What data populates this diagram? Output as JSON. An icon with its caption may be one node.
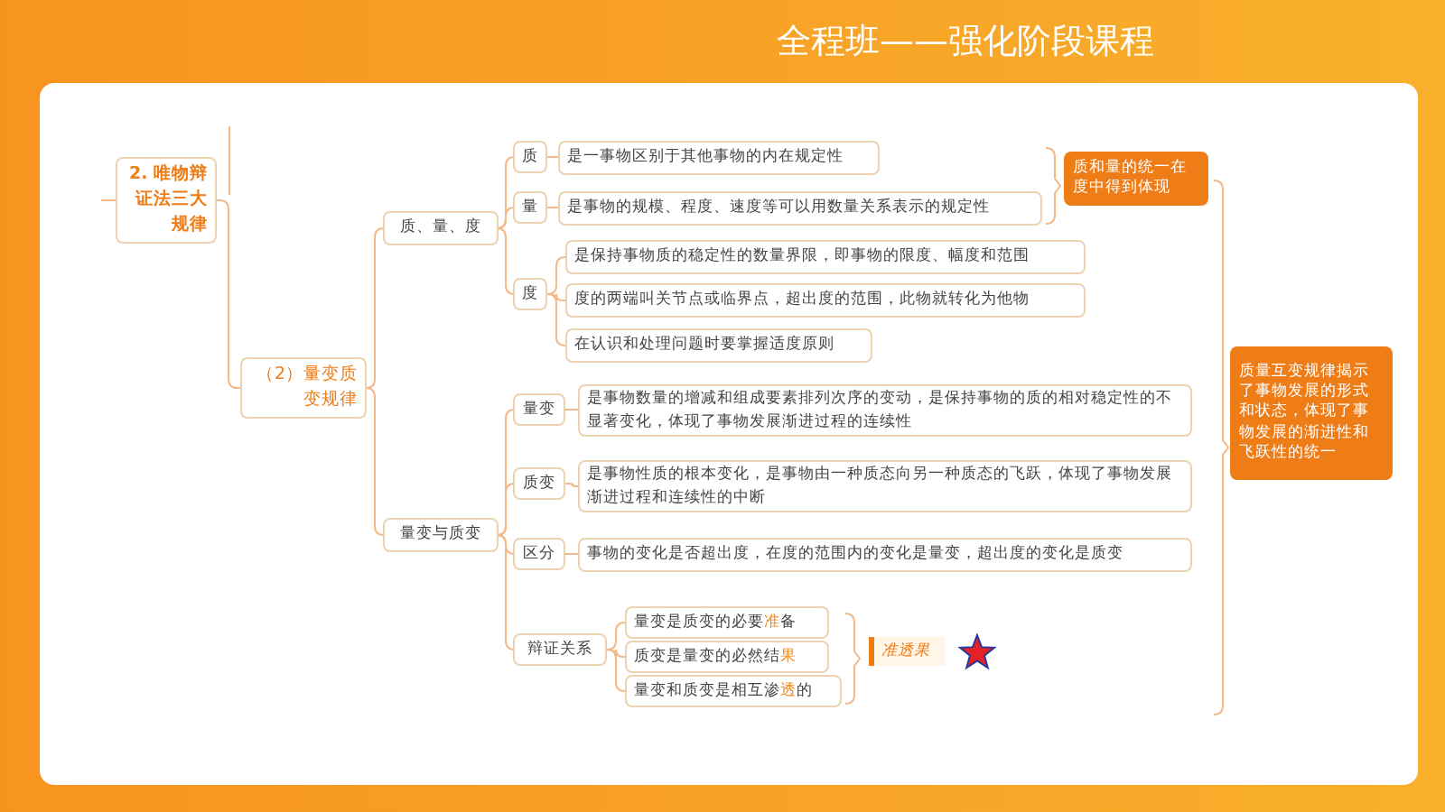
{
  "diagram": {
    "title": "全程班——强化阶段课程",
    "nodes": [
      {
        "text": [
          "2. 唯物辩证法三大规律"
        ]
      },
      {
        "text": [
          "（2）量变质变规律"
        ]
      },
      {
        "text": [
          "质、量、度"
        ]
      },
      {
        "text": [
          "质"
        ]
      },
      {
        "text": [
          "是一事物区别于其他事物的内在规定性"
        ]
      },
      {
        "text": [
          "量"
        ]
      },
      {
        "text": [
          "是事物的规模、程度、速度等可以用数量关系表示的规定性"
        ]
      },
      {
        "text": [
          "度"
        ]
      },
      {
        "text": [
          "是保持事物质的稳定性的数量界限，即事物的限度、幅度和范围"
        ]
      },
      {
        "text": [
          "度的两端叫关节点或临界点，超出度的范围，此物就转化为他物"
        ]
      },
      {
        "text": [
          "在认识和处理问题时要掌握适度原则"
        ]
      },
      {
        "text": [
          "质和量的统一在度中得到体现"
        ]
      },
      {
        "text": [
          "量变与质变"
        ]
      },
      {
        "text": [
          "量变"
        ]
      },
      {
        "text": [
          "是事物数量的增减和组成要素排列次序的变动，是保持事物的质的相对稳定性的不显著变化，体现了事物发展渐进过程的连续性"
        ]
      },
      {
        "text": [
          "质变"
        ]
      },
      {
        "text": [
          "是事物性质的根本变化，是事物由一种质态向另一种质态的飞跃，体现了事物发展渐进过程和连续性的中断"
        ]
      },
      {
        "text": [
          "区分"
        ]
      },
      {
        "text": [
          "事物的变化是否超出度，在度的范围内的变化是量变，超出度的变化是质变"
        ]
      },
      {
        "text": [
          "辩证关系"
        ]
      },
      {
        "text": [
          "量变是质变的必要**准**备"
        ]
      },
      {
        "text": [
          "质变是量变的必然结**果**"
        ]
      },
      {
        "text": [
          "量变和质变是相互渗**透**的"
        ]
      },
      {
        "text": [
          "准透果"
        ]
      },
      {
        "text": [
          "质量互变规律揭示了事物发展的形式和状态，体现了事物发展的渐进性和飞跃性的统一"
        ]
      }
    ],
    "edges": [
      {
        "from": 0,
        "to": 1,
        "arrow": "none"
      },
      {
        "from": 1,
        "to": 2,
        "arrow": "none"
      },
      {
        "from": 1,
        "to": 12,
        "arrow": "none"
      },
      {
        "from": 2,
        "to": 3,
        "arrow": "none"
      },
      {
        "from": 2,
        "to": 5,
        "arrow": "none"
      },
      {
        "from": 2,
        "to": 7,
        "arrow": "none"
      },
      {
        "from": 3,
        "to": 4,
        "arrow": "none"
      },
      {
        "from": 5,
        "to": 6,
        "arrow": "none"
      },
      {
        "from": 7,
        "to": 8,
        "arrow": "none"
      },
      {
        "from": 7,
        "to": 9,
        "arrow": "none"
      },
      {
        "from": 7,
        "to": 10,
        "arrow": "none"
      },
      {
        "from": 12,
        "to": 13,
        "arrow": "none"
      },
      {
        "from": 12,
        "to": 15,
        "arrow": "none"
      },
      {
        "from": 12,
        "to": 17,
        "arrow": "none"
      },
      {
        "from": 12,
        "to": 19,
        "arrow": "none"
      },
      {
        "from": 13,
        "to": 14,
        "arrow": "none"
      },
      {
        "from": 15,
        "to": 16,
        "arrow": "none"
      },
      {
        "from": 17,
        "to": 18,
        "arrow": "none"
      },
      {
        "from": 19,
        "to": 20,
        "arrow": "none"
      },
      {
        "from": 19,
        "to": 21,
        "arrow": "none"
      },
      {
        "from": 19,
        "to": 22,
        "arrow": "none"
      }
    ]
  }
}
